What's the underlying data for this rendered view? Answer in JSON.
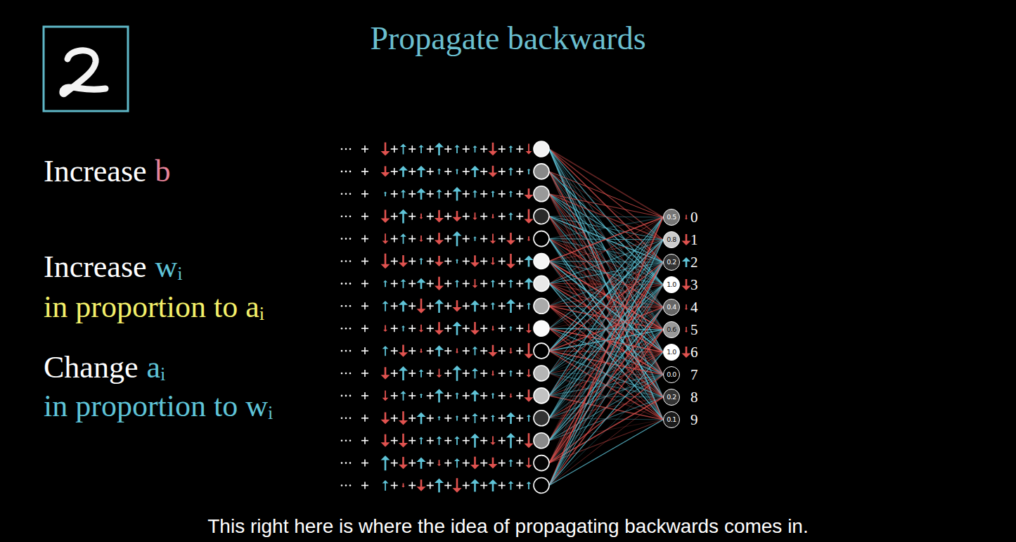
{
  "diagram": {
    "title": "Propagate backwards",
    "caption": "This right here is where the idea of propagating backwards comes in.",
    "nodes": [
      {
        "text": [
          "0.5",
          "0"
        ]
      },
      {
        "text": [
          "0.8",
          "1"
        ]
      },
      {
        "text": [
          "0.2",
          "2"
        ]
      },
      {
        "text": [
          "1.0",
          "3"
        ]
      },
      {
        "text": [
          "0.4",
          "4"
        ]
      },
      {
        "text": [
          "0.6",
          "5"
        ]
      },
      {
        "text": [
          "1.0",
          "6"
        ]
      },
      {
        "text": [
          "0.0",
          "7"
        ]
      },
      {
        "text": [
          "0.2",
          "8"
        ]
      },
      {
        "text": [
          "0.1",
          "9"
        ]
      }
    ],
    "labels": [
      "Increase",
      "b",
      "Increase",
      "wᵢ",
      "in proportion to aᵢ",
      "Change",
      "aᵢ",
      "in proportion to wᵢ"
    ]
  }
}
